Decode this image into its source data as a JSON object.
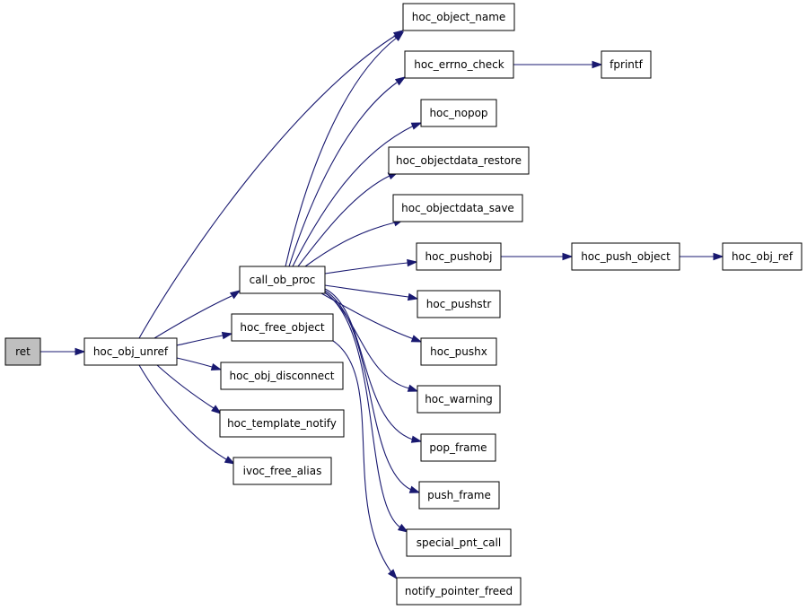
{
  "diagram": {
    "colors": {
      "edge": "#191970",
      "root_fill": "#bfbfbf",
      "node_fill": "#ffffff",
      "node_border": "#000000"
    },
    "nodes": [
      {
        "id": "ret",
        "label": "ret"
      },
      {
        "id": "hoc_obj_unref",
        "label": "hoc_obj_unref"
      },
      {
        "id": "call_ob_proc",
        "label": "call_ob_proc"
      },
      {
        "id": "hoc_free_object",
        "label": "hoc_free_object"
      },
      {
        "id": "hoc_obj_disconnect",
        "label": "hoc_obj_disconnect"
      },
      {
        "id": "hoc_template_notify",
        "label": "hoc_template_notify"
      },
      {
        "id": "ivoc_free_alias",
        "label": "ivoc_free_alias"
      },
      {
        "id": "hoc_object_name",
        "label": "hoc_object_name"
      },
      {
        "id": "hoc_errno_check",
        "label": "hoc_errno_check"
      },
      {
        "id": "hoc_nopop",
        "label": "hoc_nopop"
      },
      {
        "id": "hoc_objectdata_restore",
        "label": "hoc_objectdata_restore"
      },
      {
        "id": "hoc_objectdata_save",
        "label": "hoc_objectdata_save"
      },
      {
        "id": "hoc_pushobj",
        "label": "hoc_pushobj"
      },
      {
        "id": "hoc_pushstr",
        "label": "hoc_pushstr"
      },
      {
        "id": "hoc_pushx",
        "label": "hoc_pushx"
      },
      {
        "id": "hoc_warning",
        "label": "hoc_warning"
      },
      {
        "id": "pop_frame",
        "label": "pop_frame"
      },
      {
        "id": "push_frame",
        "label": "push_frame"
      },
      {
        "id": "special_pnt_call",
        "label": "special_pnt_call"
      },
      {
        "id": "notify_pointer_freed",
        "label": "notify_pointer_freed"
      },
      {
        "id": "fprintf",
        "label": "fprintf"
      },
      {
        "id": "hoc_push_object",
        "label": "hoc_push_object"
      },
      {
        "id": "hoc_obj_ref",
        "label": "hoc_obj_ref"
      }
    ],
    "edges": [
      [
        "ret",
        "hoc_obj_unref"
      ],
      [
        "hoc_obj_unref",
        "hoc_object_name"
      ],
      [
        "hoc_obj_unref",
        "call_ob_proc"
      ],
      [
        "hoc_obj_unref",
        "hoc_free_object"
      ],
      [
        "hoc_obj_unref",
        "hoc_obj_disconnect"
      ],
      [
        "hoc_obj_unref",
        "hoc_template_notify"
      ],
      [
        "hoc_obj_unref",
        "ivoc_free_alias"
      ],
      [
        "call_ob_proc",
        "hoc_object_name"
      ],
      [
        "call_ob_proc",
        "hoc_errno_check"
      ],
      [
        "call_ob_proc",
        "hoc_nopop"
      ],
      [
        "call_ob_proc",
        "hoc_objectdata_restore"
      ],
      [
        "call_ob_proc",
        "hoc_objectdata_save"
      ],
      [
        "call_ob_proc",
        "hoc_pushobj"
      ],
      [
        "call_ob_proc",
        "hoc_pushstr"
      ],
      [
        "call_ob_proc",
        "hoc_pushx"
      ],
      [
        "call_ob_proc",
        "hoc_warning"
      ],
      [
        "call_ob_proc",
        "pop_frame"
      ],
      [
        "call_ob_proc",
        "push_frame"
      ],
      [
        "call_ob_proc",
        "special_pnt_call"
      ],
      [
        "hoc_free_object",
        "notify_pointer_freed"
      ],
      [
        "hoc_errno_check",
        "fprintf"
      ],
      [
        "hoc_pushobj",
        "hoc_push_object"
      ],
      [
        "hoc_push_object",
        "hoc_obj_ref"
      ]
    ]
  }
}
